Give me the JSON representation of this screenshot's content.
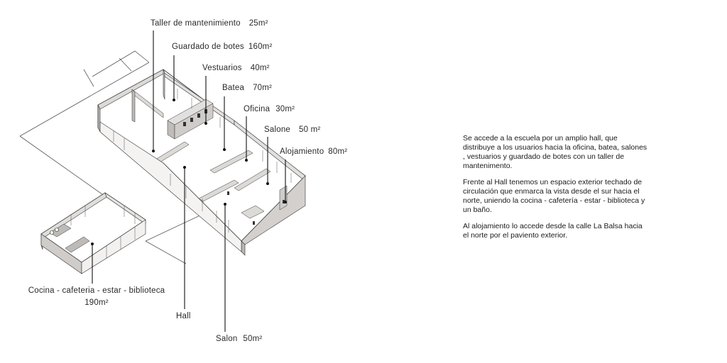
{
  "labels": {
    "taller": {
      "name": "Taller de mantenimiento",
      "area": "25m²"
    },
    "guardado": {
      "name": "Guardado de botes",
      "area": "160m²"
    },
    "vestuarios": {
      "name": "Vestuarios",
      "area": "40m²"
    },
    "batea": {
      "name": "Batea",
      "area": "70m²"
    },
    "oficina": {
      "name": "Oficina",
      "area": "30m²"
    },
    "salone": {
      "name": "Salone",
      "area": "50 m²"
    },
    "alojamiento": {
      "name": "Alojamiento",
      "area": "80m²"
    },
    "cocina": {
      "name": "Cocina - cafeteria - estar - biblioteca",
      "area": "190m²"
    },
    "hall": {
      "name": "Hall"
    },
    "salon": {
      "name": "Salon",
      "area": "50m²"
    }
  },
  "description": {
    "p1": "Se accede a la escuela por un amplio hall, que distribuye a los usuarios hacia la oficina, batea, salones , vestuarios y guardado de botes con un taller de mantenimento.",
    "p2": "Frente al Hall tenemos un espacio exterior techado de circulación que enmarca la vista desde el sur hacia el norte, uniendo la cocina - cafetería - estar - biblioteca y un baño.",
    "p3": "Al alojamiento lo accede desde la calle La Balsa hacia el norte por el paviento exterior."
  },
  "colors": {
    "wall_top": "#e2e0de",
    "wall_side": "#b9b6b3",
    "line": "#333333"
  }
}
